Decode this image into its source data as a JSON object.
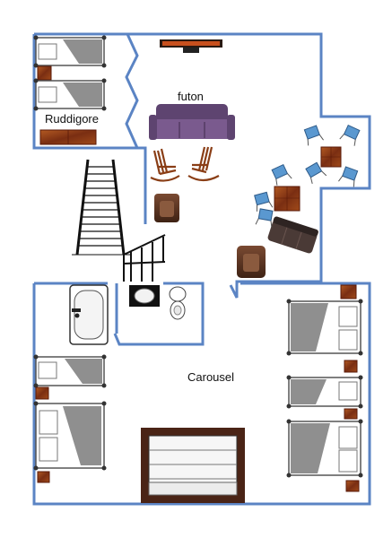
{
  "labels": {
    "upstairs_bedroom": "Ruddigore",
    "lounge_sofa": "futon",
    "downstairs_bedroom": "Carousel"
  },
  "colors": {
    "wall": "#5b84c4",
    "wood_dark": "#6a2410",
    "wood_mid": "#9b4a1e",
    "futon": "#6b4e7a",
    "chair_blue": "#5a98d0",
    "leather": "#5a3624",
    "sheet_grey": "#8f8f8f",
    "frame_grey": "#555555"
  }
}
